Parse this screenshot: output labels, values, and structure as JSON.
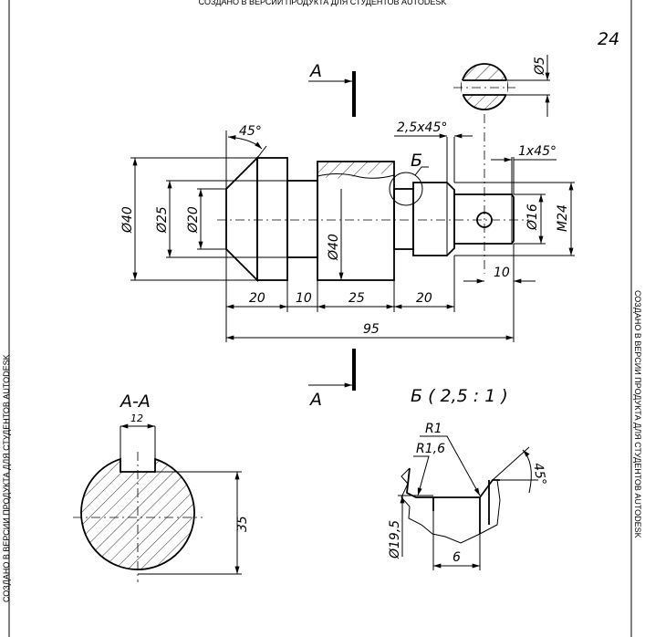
{
  "watermark": "СОЗДАНО В ВЕРСИИ ПРОДУКТА ДЛЯ СТУДЕНТОВ AUTODESK",
  "sheet_number": "24",
  "main_view": {
    "section_mark_top": "A",
    "section_mark_bottom": "A",
    "detail_mark": "Б",
    "dims": {
      "chamfer_angle": "45°",
      "chamfer_thread": "2,5x45°",
      "chamfer_end": "1x45°",
      "d40_left": "Ø40",
      "d25": "Ø25",
      "d20": "Ø20",
      "d40_mid": "Ø40",
      "d16": "Ø16",
      "m24": "M24",
      "len_hole": "10",
      "len_a": "20",
      "len_b": "10",
      "len_c": "25",
      "len_d": "20",
      "len_total": "95",
      "hole_d5": "Ø5"
    }
  },
  "section_aa": {
    "title": "A-A",
    "key_width": "12",
    "depth": "35"
  },
  "detail_b": {
    "title": "Б  ( 2,5 : 1 )",
    "r1": "R1",
    "r16": "R1,6",
    "angle": "45°",
    "diameter": "Ø19,5",
    "width": "6"
  }
}
